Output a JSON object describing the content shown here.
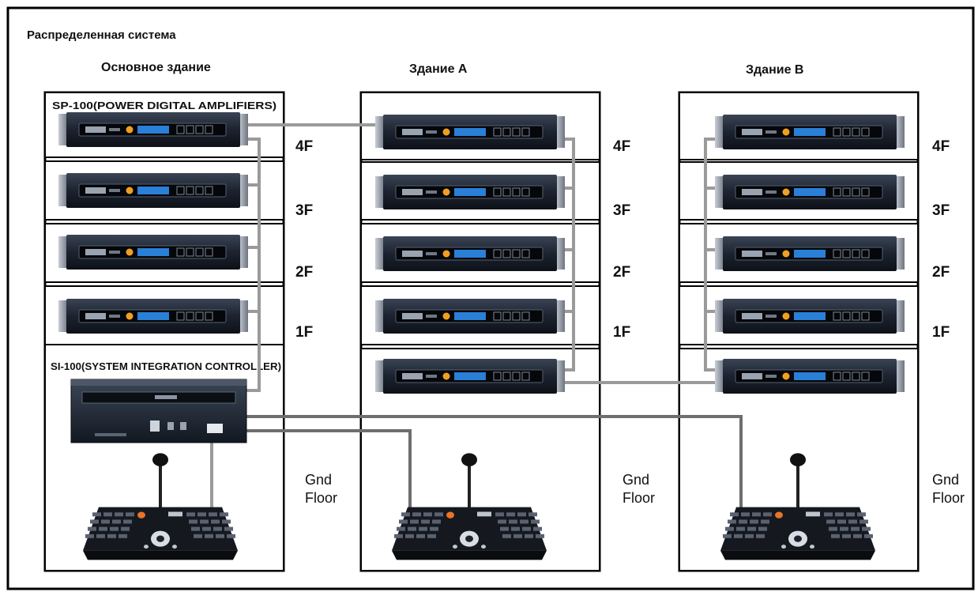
{
  "title": "Распределенная система",
  "buildings": [
    {
      "name": "Основное здание",
      "amp_label": "SP-100(POWER DIGITAL AMPLIFIERS)",
      "controller_label": "SI-100(SYSTEM INTEGRATION CONTROLLER)",
      "floors": [
        "4F",
        "3F",
        "2F",
        "1F"
      ],
      "ground": [
        "Gnd",
        "Floor"
      ]
    },
    {
      "name": "Здание А",
      "floors": [
        "4F",
        "3F",
        "2F",
        "1F"
      ],
      "ground": [
        "Gnd",
        "Floor"
      ]
    },
    {
      "name": "Здание В",
      "floors": [
        "4F",
        "3F",
        "2F",
        "1F"
      ],
      "ground": [
        "Gnd",
        "Floor"
      ]
    }
  ],
  "colors": {
    "frame": "#000000",
    "cable": "#9a9a9a",
    "device_body": "#1c2330",
    "display": "#2a7fd6",
    "indicator": "#f0a020"
  }
}
